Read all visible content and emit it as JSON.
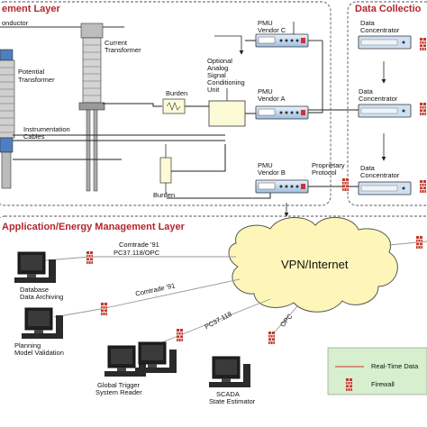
{
  "layers": {
    "measurement": "ement Layer",
    "data_collection": "Data Collectio",
    "application": "Application/Energy Management Layer"
  },
  "field": {
    "conductor": "onductor",
    "current_transformer": [
      "Current",
      "Transformer"
    ],
    "potential_transformer": [
      "Potential",
      "Transformer"
    ],
    "instrumentation_cables": [
      "Instrumentation",
      "Cables"
    ],
    "burden_top": "Burden",
    "burden_bottom": "Burden",
    "signal_unit": [
      "Optional",
      "Analog",
      "Signal",
      "Conditioning",
      "Unit"
    ]
  },
  "pmus": [
    {
      "line1": "PMU",
      "line2": "Vendor C"
    },
    {
      "line1": "PMU",
      "line2": "Vendor A"
    },
    {
      "line1": "PMU",
      "line2": "Vendor B"
    }
  ],
  "concentrators": [
    {
      "line1": "Data",
      "line2": "Concentrator"
    },
    {
      "line1": "Data",
      "line2": "Concentrator"
    },
    {
      "line1": "Data",
      "line2": "Concentrator"
    }
  ],
  "proprietary": [
    "Proprietary",
    "Protocol"
  ],
  "vpn": "VPN/Internet",
  "protocols": {
    "p1": [
      "Comtrade '91",
      "PC37.118/OPC"
    ],
    "p2": "Comtrade '91",
    "p3": "PC37.118",
    "p4": "OPC"
  },
  "stations": [
    {
      "line1": "Database",
      "line2": "Data Archiving"
    },
    {
      "line1": "Planning",
      "line2": "Model Validation"
    },
    {
      "line1": "Global Trigger",
      "line2": "System Reader"
    },
    {
      "line1": "SCADA",
      "line2": "State Estimator"
    }
  ],
  "legend": {
    "realtime": "Real-Time Data",
    "firewall": "Firewall"
  },
  "colors": {
    "layer_title": "#b3262d",
    "realtime_line": "#d9534f",
    "firewall": "#c0392b",
    "cloud": "#fdf6b8",
    "monitor": "#222222",
    "green_box": "#d7efce"
  }
}
